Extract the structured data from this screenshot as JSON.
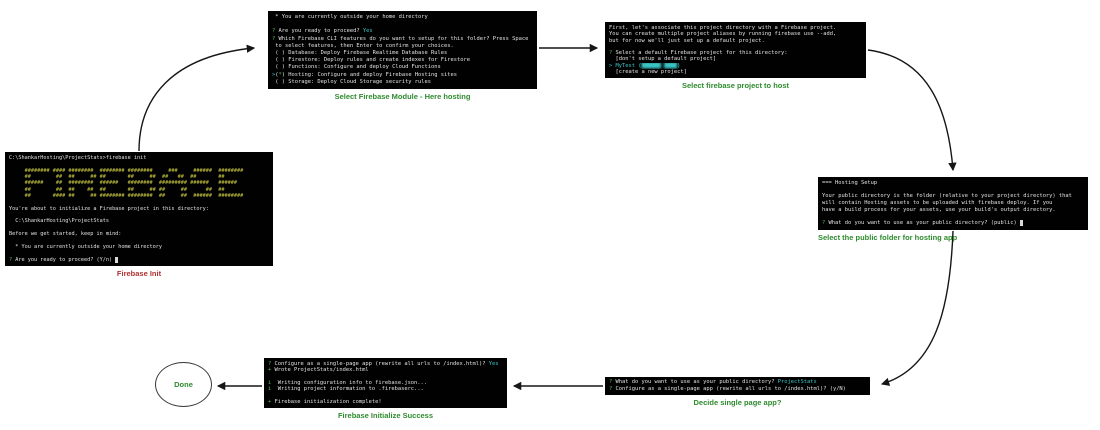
{
  "done_label": "Done",
  "colors": {
    "terminal_bg": "#010101",
    "terminal_text": "#e3e3e3",
    "prompt_green": "#5dbb63",
    "answer_cyan": "#3cc8c8",
    "ascii_yellow": "#c8c642",
    "caption_green": "#2e8b2e",
    "caption_red": "#b03030",
    "arrow": "#161616"
  },
  "terminals": [
    {
      "id": "firebase-init",
      "caption": "Firebase Init",
      "lines": [
        "C:\\ShankarHosting\\ProjectStats>firebase init",
        "",
        [
          {
            "c": "y",
            "t": "     ######## #### ########  ######## ########     ###     ######  ########"
          }
        ],
        [
          {
            "c": "y",
            "t": "     ##        ##  ##     ## ##       ##     ##  ##   ##  ##       ##"
          }
        ],
        [
          {
            "c": "y",
            "t": "     ######    ##  ########  ######   ########  ######### ######   ######"
          }
        ],
        [
          {
            "c": "y",
            "t": "     ##        ##  ##    ##  ##       ##     ## ##     ##      ##  ##"
          }
        ],
        [
          {
            "c": "y",
            "t": "     ##       #### ##     ## ######## ########  ##     ##  ######  ########"
          }
        ],
        "",
        "You're about to initialize a Firebase project in this directory:",
        "",
        "  C:\\ShankarHosting\\ProjectStats",
        "",
        "Before we get started, keep in mind:",
        "",
        "  * You are currently outside your home directory",
        "",
        [
          {
            "c": "g",
            "t": "? "
          },
          {
            "t": "Are you ready to proceed? (Y/n) "
          },
          {
            "c": "cur",
            "t": "_"
          }
        ]
      ]
    },
    {
      "id": "module-select",
      "caption": "Select Firebase Module - Here hosting",
      "lines": [
        " * You are currently outside your home directory",
        "",
        [
          {
            "c": "g",
            "t": "? "
          },
          {
            "t": "Are you ready to proceed? "
          },
          {
            "c": "c",
            "t": "Yes"
          }
        ],
        [
          {
            "c": "g",
            "t": "? "
          },
          {
            "t": "Which Firebase CLI features do you want to setup for this folder? Press Space"
          }
        ],
        " to select features, then Enter to confirm your choices.",
        " ( ) Database: Deploy Firebase Realtime Database Rules",
        " ( ) Firestore: Deploy rules and create indexes for Firestore",
        " ( ) Functions: Configure and deploy Cloud Functions",
        [
          {
            "c": "c",
            "t": ">"
          },
          {
            "t": "("
          },
          {
            "c": "g",
            "t": "*"
          },
          {
            "t": ") Hosting: Configure and deploy Firebase Hosting sites"
          }
        ],
        " ( ) Storage: Deploy Cloud Storage security rules"
      ]
    },
    {
      "id": "project-select",
      "caption": "Select firebase project to host",
      "lines": [
        "First, let's associate this project directory with a Firebase project.",
        "You can create multiple project aliases by running firebase use --add,",
        "but for now we'll just set up a default project.",
        "",
        [
          {
            "c": "g",
            "t": "? "
          },
          {
            "t": "Select a default Firebase project for this directory:"
          }
        ],
        "  [don't setup a default project]",
        [
          {
            "c": "c",
            "t": "> MyTest ("
          },
          {
            "c": "c blur",
            "t": "██████ ████"
          },
          {
            "c": "c",
            "t": ")"
          }
        ],
        "  [create a new project]"
      ]
    },
    {
      "id": "hosting-setup",
      "caption": "Select the public folder for hosting app",
      "lines": [
        "=== Hosting Setup",
        "",
        "Your public directory is the folder (relative to your project directory) that",
        "will contain Hosting assets to be uploaded with firebase deploy. If you",
        "have a build process for your assets, use your build's output directory.",
        "",
        [
          {
            "c": "g",
            "t": "? "
          },
          {
            "t": "What do you want to use as your public directory? (public) "
          },
          {
            "c": "cur",
            "t": "_"
          }
        ]
      ]
    },
    {
      "id": "single-page-decision",
      "caption": "Decide single page app?",
      "lines": [
        [
          {
            "c": "g",
            "t": "? "
          },
          {
            "t": "What do you want to use as your public directory? "
          },
          {
            "c": "c",
            "t": "ProjectStats"
          }
        ],
        [
          {
            "c": "g",
            "t": "? "
          },
          {
            "t": "Configure as a single-page app (rewrite all urls to /index.html)? (y/N)"
          }
        ]
      ]
    },
    {
      "id": "init-success",
      "caption": "Firebase Initialize Success",
      "lines": [
        [
          {
            "c": "g",
            "t": "? "
          },
          {
            "t": "Configure as a single-page app (rewrite all urls to /index.html)? "
          },
          {
            "c": "c",
            "t": "Yes"
          }
        ],
        [
          {
            "c": "g",
            "t": "+ "
          },
          {
            "t": "Wrote ProjectStats/index.html"
          }
        ],
        "",
        [
          {
            "c": "g",
            "t": "i "
          },
          {
            "t": " Writing configuration info to firebase.json..."
          }
        ],
        [
          {
            "c": "g",
            "t": "i "
          },
          {
            "t": " Writing project information to .firebaserc..."
          }
        ],
        "",
        [
          {
            "c": "g",
            "t": "+ "
          },
          {
            "t": "Firebase initialization complete!"
          }
        ]
      ]
    }
  ]
}
